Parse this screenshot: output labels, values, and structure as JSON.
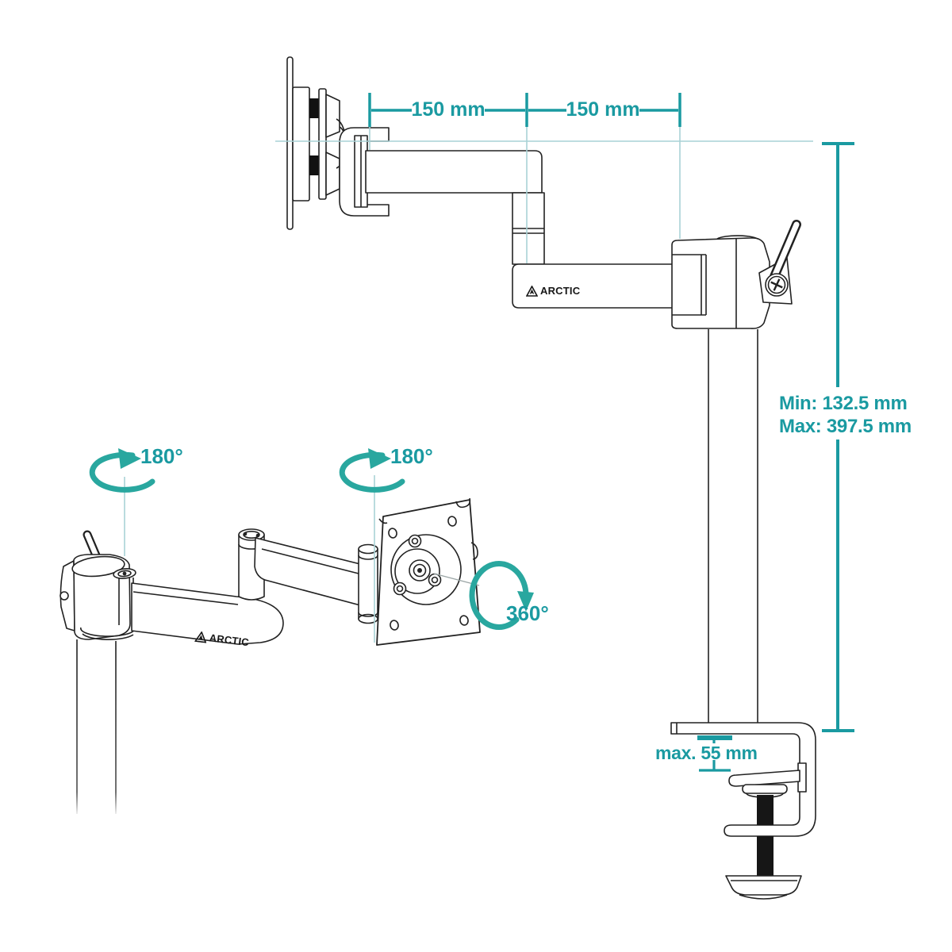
{
  "diagram_title": "ARCTIC monitor desk mount dimension diagram",
  "colors": {
    "dimension_teal": "#1A9AA1",
    "icon_teal": "#29A79F",
    "light_teal": "#A9D2D5",
    "line_ink": "#222222"
  },
  "brand": "ARCTIC",
  "top_view": {
    "dim_left": "150 mm",
    "dim_right": "150 mm",
    "height_min": "Min: 132.5 mm",
    "height_max": "Max: 397.5 mm",
    "clamp_max": "max. 55 mm"
  },
  "bottom_view": {
    "rotation_pole": "180°",
    "rotation_elbow": "180°",
    "rotation_vesa": "360°"
  },
  "icons": {
    "rotation_arrow_horizontal": "circular-arrow-180",
    "rotation_arrow_vertical": "circular-arrow-360",
    "brand_logo": "arctic-triangle-logo"
  }
}
